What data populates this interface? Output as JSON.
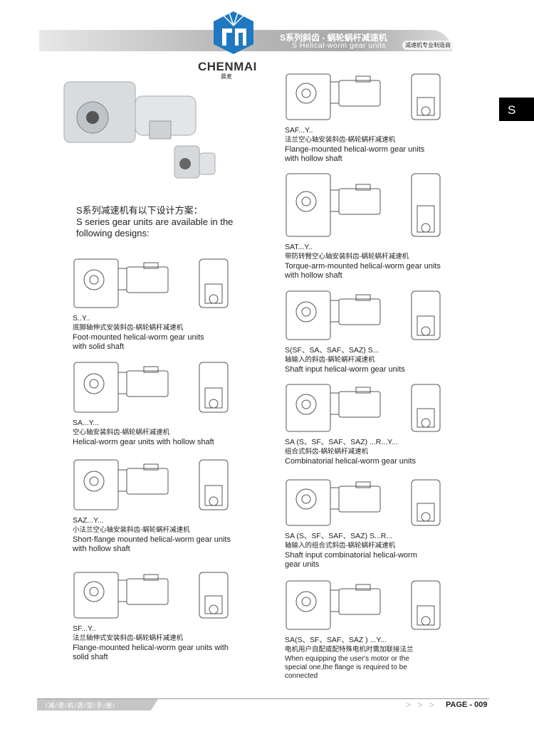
{
  "header": {
    "title_zh": "S系列斜齿 - 蜗轮蜗杆减速机",
    "title_en": "S Helical-worm gear units",
    "slogan": "减速机专业制造商",
    "brand": "CHENMAI",
    "brand_sub": "晨麦",
    "section_tab": "S"
  },
  "intro": {
    "zh": "S系列减速机有以下设计方案：",
    "en1": "S series gear units are available in the",
    "en2": "following designs:"
  },
  "left_items": [
    {
      "code": "S..Y..",
      "zh": "底脚轴伸式安装斜齿-蜗轮蜗杆减速机",
      "en": [
        "Foot-mounted helical-worm gear units",
        "with solid shaft"
      ]
    },
    {
      "code": "SA...Y...",
      "zh": "空心轴安装斜齿-蜗轮蜗杆减速机",
      "en": [
        "Helical-worm gear units with hollow shaft"
      ]
    },
    {
      "code": "SAZ...Y...",
      "zh": "小法兰空心轴安装斜齿-蜗轮蜗杆减速机",
      "en": [
        "Short-flange mounted helical-worm gear units",
        "with hollow shaft"
      ]
    },
    {
      "code": "SF...Y..",
      "zh": "法兰轴伸式安装斜齿-蜗轮蜗杆减速机",
      "en": [
        "Flange-mounted helical-worm gear units with",
        "solid shaft"
      ]
    }
  ],
  "right_items": [
    {
      "code": "SAF...Y..",
      "zh": "法兰空心轴安装斜齿-蜗轮蜗杆减速机",
      "en": [
        "Flange-mounted helical-worm gear units",
        "with hollow shaft"
      ]
    },
    {
      "code": "SAT...Y..",
      "zh": "带防转臂空心轴安装斜齿-蜗轮蜗杆减速机",
      "en": [
        "Torque-arm-mounted helical-worm gear units",
        "with hollow shaft"
      ]
    },
    {
      "code": "S(SF、SA、SAF、SAZ) S...",
      "zh": "轴输入的斜齿-蜗轮蜗杆减速机",
      "en": [
        "Shaft input helical-worm gear units"
      ]
    },
    {
      "code": "SA (S、SF、SAF、SAZ) ...R...Y...",
      "zh": "组合式斜齿-蜗轮蜗杆减速机",
      "en": [
        "Combinatorial helical-worm gear units"
      ]
    },
    {
      "code": "SA (S、SF、SAF、SAZ) S...R...",
      "zh": "轴输入的组合式斜齿-蜗轮蜗杆减速机",
      "en": [
        "Shaft input combinatorial helical-worm",
        "gear units"
      ]
    },
    {
      "code": "SA(S、SF、SAF、SAZ ) ...Y...",
      "zh": "电机用户自配或配特殊电机时需加联接法兰",
      "en": [
        "When equipping the user's motor or the",
        "special one,the flange is required to be",
        "connected"
      ]
    }
  ],
  "footer": {
    "manual": "/减/速/机/选/型/手/册/",
    "arrows": "> > >",
    "page": "PAGE - 009"
  }
}
